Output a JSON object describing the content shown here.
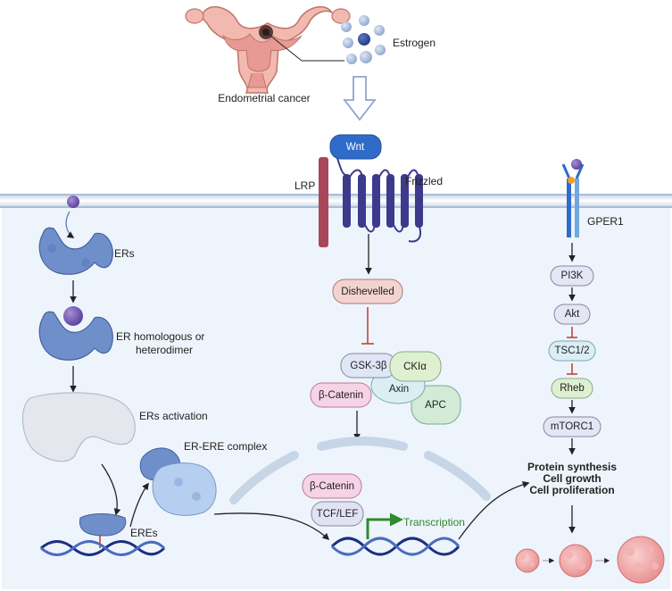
{
  "top": {
    "cancer_label": "Endometrial cancer",
    "estrogen_label": "Estrogen"
  },
  "membrane": {
    "lrp_label": "LRP",
    "wnt_label": "Wnt",
    "frizzled_label": "Frizzled",
    "gper1_label": "GPER1"
  },
  "left_pathway": {
    "ers_label": "ERs",
    "dimer_line1": "ER homologous or",
    "dimer_line2": "heterodimer",
    "activation_label": "ERs activation",
    "complex_label": "ER-ERE complex",
    "eres_label": "EREs"
  },
  "wnt_pathway": {
    "dishevelled": "Dishevelled",
    "gsk3b": "GSK-3β",
    "ckia": "CKIα",
    "axin": "Axin",
    "apc": "APC",
    "beta_catenin_cyto": "β-Catenin",
    "beta_catenin_nuc": "β-Catenin",
    "tcf_lef": "TCF/LEF",
    "transcription": "Transcription"
  },
  "gper_pathway": {
    "pi3k": "PI3K",
    "akt": "Akt",
    "tsc": "TSC1/2",
    "rheb": "Rheb",
    "mtorc1": "mTORC1",
    "outcome_1": "Protein synthesis",
    "outcome_2": "Cell growth",
    "outcome_3": "Cell proliferation"
  },
  "colors": {
    "cell_bg": "#eef4fb",
    "membrane": "#b9cbe0",
    "receptor": "#3d3a8c",
    "wnt": "#2f6cc9",
    "lrp": "#a9475a",
    "er_blue": "#5e7cc0",
    "inhibit": "#c0392b",
    "transcription": "#2e8b2e"
  }
}
